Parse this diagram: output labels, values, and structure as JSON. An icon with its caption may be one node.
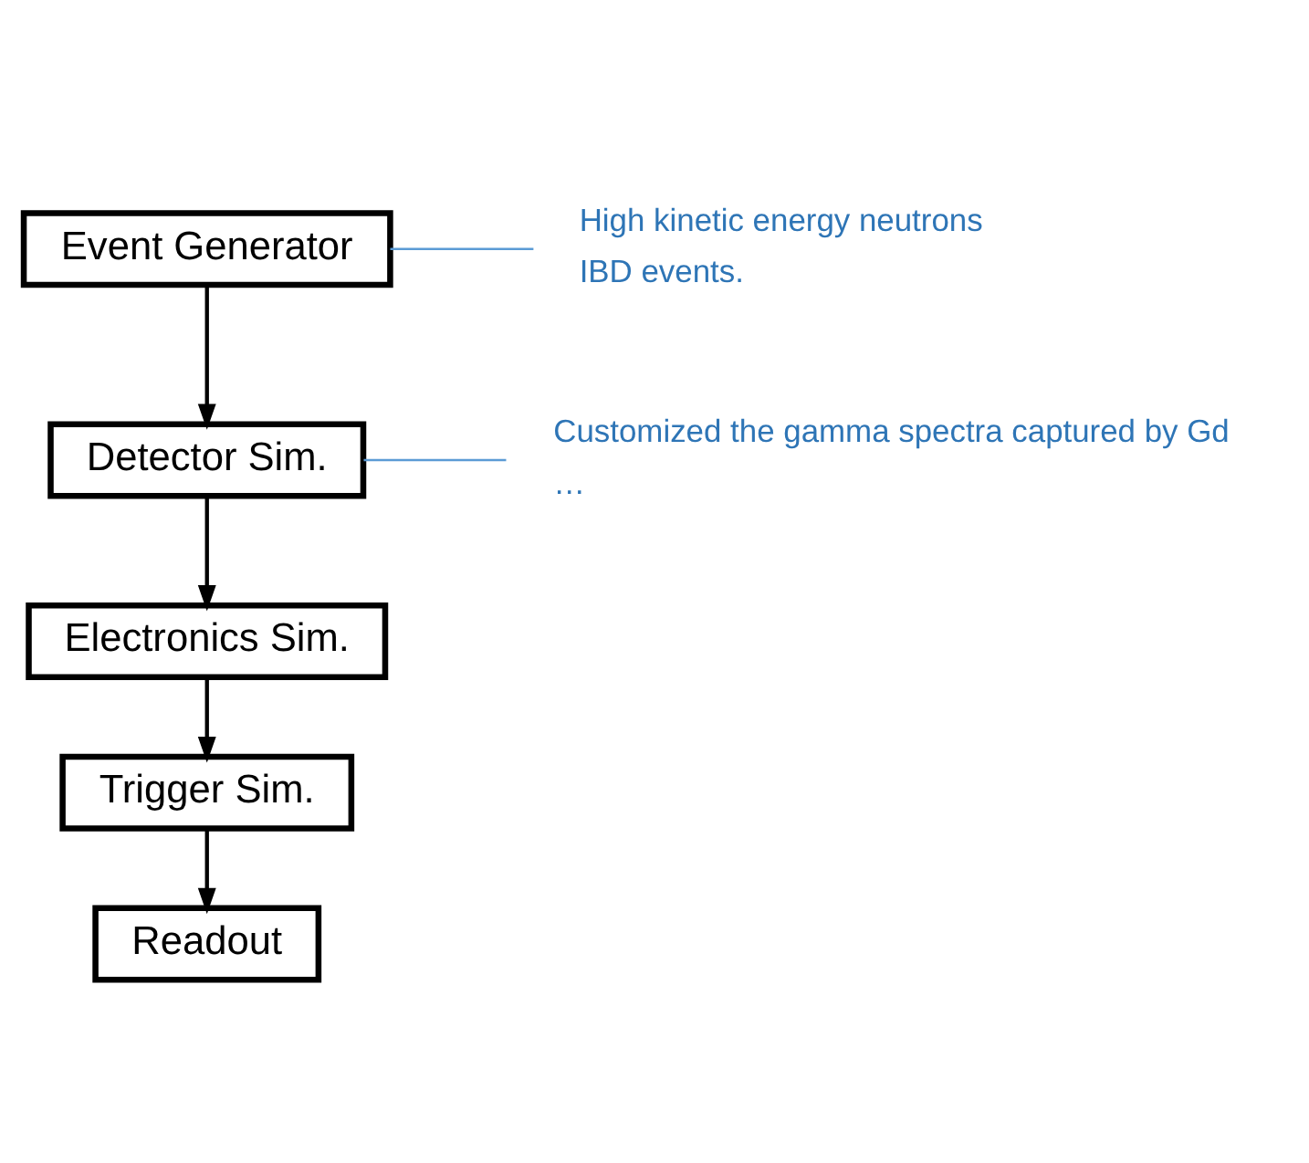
{
  "diagram": {
    "nodes": [
      {
        "text": [
          "Event Generator"
        ],
        "beside": [
          "High kinetic energy neutrons",
          "IBD events."
        ]
      },
      {
        "text": [
          "Detector Sim."
        ],
        "beside": [
          "Customized the gamma spectra captured by Gd",
          "…"
        ]
      },
      {
        "text": [
          "Electronics Sim."
        ]
      },
      {
        "text": [
          "Trigger Sim."
        ]
      },
      {
        "text": [
          "Readout"
        ]
      }
    ],
    "edges": [
      {
        "from": 0,
        "to": 1,
        "arrow": "to"
      },
      {
        "from": 1,
        "to": 2,
        "arrow": "to"
      },
      {
        "from": 2,
        "to": 3,
        "arrow": "to"
      },
      {
        "from": 3,
        "to": 4,
        "arrow": "to"
      }
    ]
  }
}
